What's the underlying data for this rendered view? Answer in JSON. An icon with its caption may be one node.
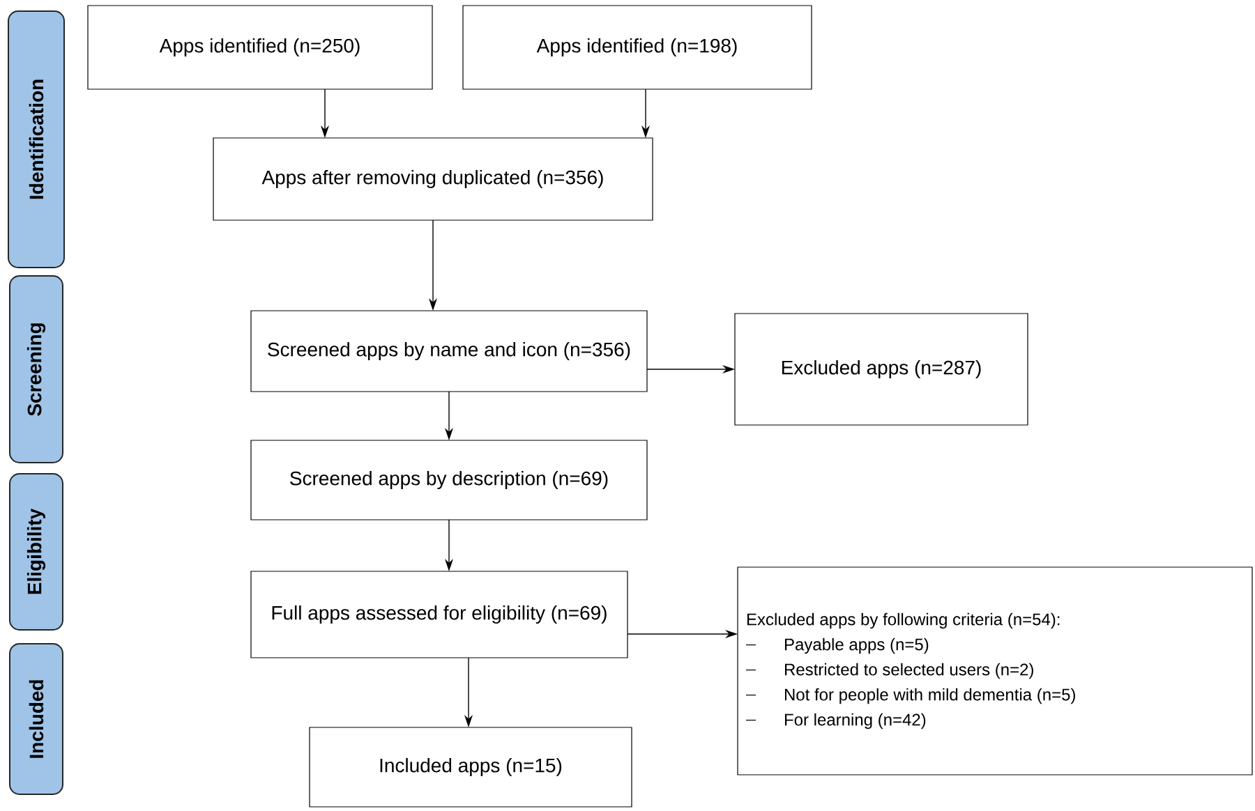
{
  "diagram": {
    "nodes": [
      {
        "text": [
          "Identification"
        ]
      },
      {
        "text": [
          "Screening"
        ]
      },
      {
        "text": [
          "Eligibility"
        ]
      },
      {
        "text": [
          "Included"
        ]
      },
      {
        "text": [
          "Apps identified (n=250)"
        ]
      },
      {
        "text": [
          "Apps identified (n=198)"
        ]
      },
      {
        "text": [
          "Apps after removing duplicated (n=356)"
        ]
      },
      {
        "text": [
          "Screened apps by name and icon (n=356)"
        ]
      },
      {
        "text": [
          "Excluded apps (n=287)"
        ]
      },
      {
        "text": [
          "Screened apps by description (n=69)"
        ]
      },
      {
        "text": [
          "Full apps assessed for eligibility (n=69)"
        ]
      },
      {
        "text": [
          "Excluded apps by following criteria (n=54):",
          "Payable apps (n=5)",
          "Restricted to selected users (n=2)",
          "Not for people with mild dementia (n=5)",
          "For learning (n=42)"
        ]
      },
      {
        "text": [
          "Included apps (n=15)"
        ]
      }
    ],
    "edges": [
      {
        "from": 4,
        "to": 6,
        "arrow": "to"
      },
      {
        "from": 5,
        "to": 6,
        "arrow": "to"
      },
      {
        "from": 6,
        "to": 7,
        "arrow": "to"
      },
      {
        "from": 7,
        "to": 8,
        "arrow": "to"
      },
      {
        "from": 7,
        "to": 9,
        "arrow": "to"
      },
      {
        "from": 9,
        "to": 10,
        "arrow": "to"
      },
      {
        "from": 10,
        "to": 11,
        "arrow": "to"
      },
      {
        "from": 10,
        "to": 12,
        "arrow": "to"
      }
    ]
  }
}
